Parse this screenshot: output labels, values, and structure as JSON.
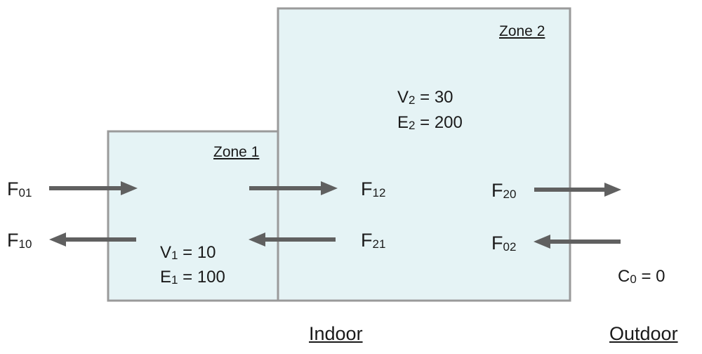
{
  "zones": [
    {
      "title": "Zone 1",
      "volume": {
        "sym": "V",
        "sub": "1",
        "rest": " = 10"
      },
      "emission": {
        "sym": "E",
        "sub": "1",
        "rest": " = 100"
      }
    },
    {
      "title": "Zone 2",
      "volume": {
        "sym": "V",
        "sub": "2",
        "rest": " = 30"
      },
      "emission": {
        "sym": "E",
        "sub": "2",
        "rest": " = 200"
      }
    }
  ],
  "flows": {
    "f01": {
      "sym": "F",
      "sub": "01"
    },
    "f10": {
      "sym": "F",
      "sub": "10"
    },
    "f12": {
      "sym": "F",
      "sub": "12"
    },
    "f21": {
      "sym": "F",
      "sub": "21"
    },
    "f20": {
      "sym": "F",
      "sub": "20"
    },
    "f02": {
      "sym": "F",
      "sub": "02"
    }
  },
  "outdoor_conc": {
    "sym": "C",
    "sub": "0",
    "rest": " = 0"
  },
  "regions": {
    "indoor": "Indoor",
    "outdoor": "Outdoor"
  },
  "colors": {
    "zone_fill": "#e5f3f5",
    "zone_border": "#9a9a9a",
    "arrow": "#606060"
  }
}
